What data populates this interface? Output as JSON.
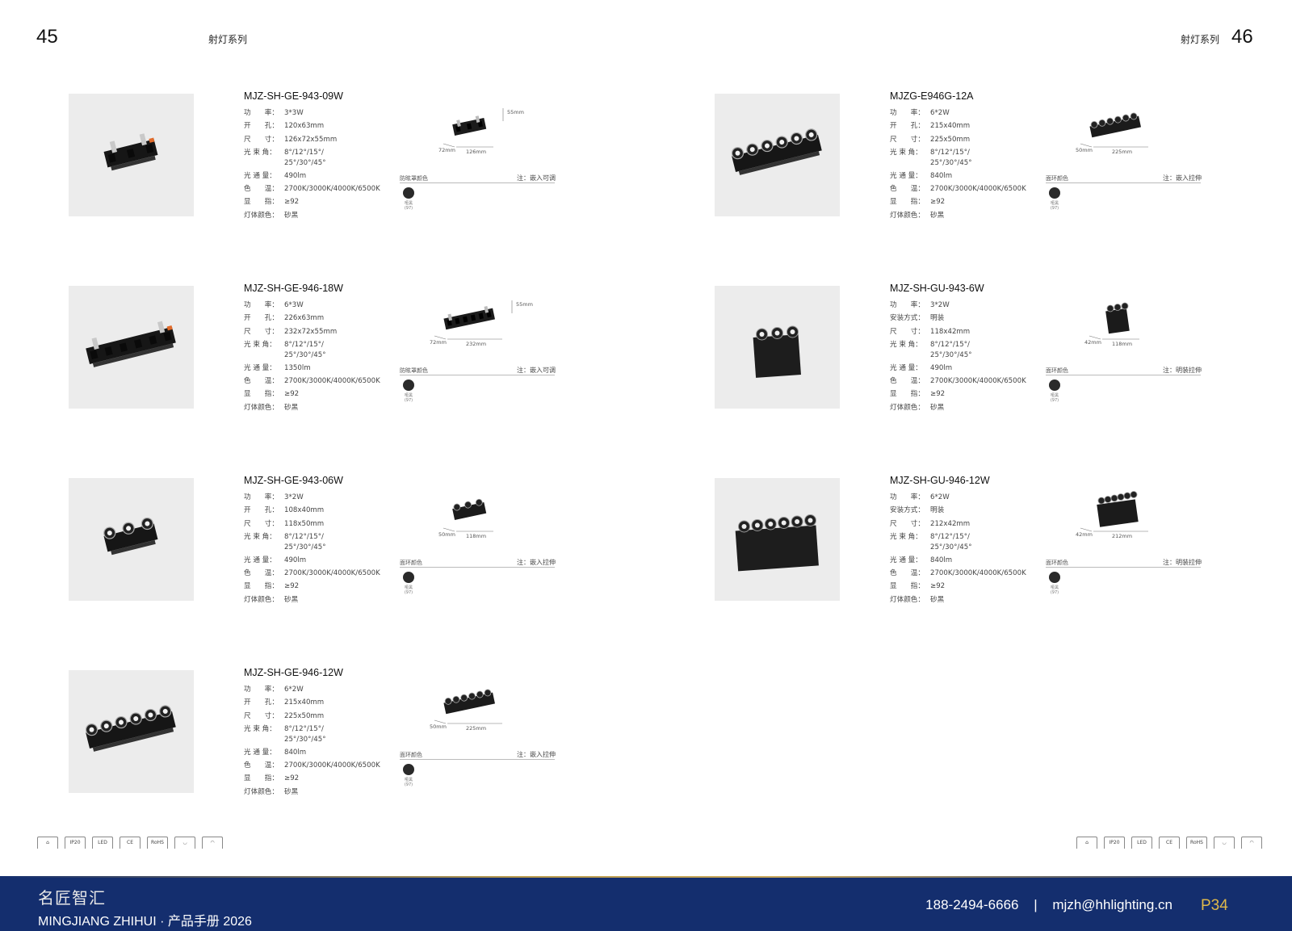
{
  "header": {
    "left_page": "45",
    "right_page": "46",
    "series_left": "射灯系列",
    "series_right": "射灯系列"
  },
  "products": [
    {
      "model": "MJZ-SH-GE-943-09W",
      "specs": [
        {
          "label": "功　　率：",
          "value": "3*3W"
        },
        {
          "label": "开　　孔：",
          "value": "120x63mm"
        },
        {
          "label": "尺　　寸：",
          "value": "126x72x55mm"
        },
        {
          "label": "光 束 角：",
          "value": "8°/12°/15°/\n25°/30°/45°"
        },
        {
          "label": "光 通 量：",
          "value": "490lm"
        },
        {
          "label": "色　　温：",
          "value": "2700K/3000K/4000K/6500K"
        },
        {
          "label": "显　　指：",
          "value": "≥92"
        },
        {
          "label": "灯体颜色：",
          "value": "砂黑"
        }
      ],
      "dims": {
        "a": "72mm",
        "b": "126mm",
        "h": "55mm"
      },
      "color_title": "防眩罩颜色",
      "note": "注：嵌入可调",
      "swatch_label": "哑黑\n(97)"
    },
    {
      "model": "MJZ-SH-GE-946-18W",
      "specs": [
        {
          "label": "功　　率：",
          "value": "6*3W"
        },
        {
          "label": "开　　孔：",
          "value": "226x63mm"
        },
        {
          "label": "尺　　寸：",
          "value": "232x72x55mm"
        },
        {
          "label": "光 束 角：",
          "value": "8°/12°/15°/\n25°/30°/45°"
        },
        {
          "label": "光 通 量：",
          "value": "1350lm"
        },
        {
          "label": "色　　温：",
          "value": "2700K/3000K/4000K/6500K"
        },
        {
          "label": "显　　指：",
          "value": "≥92"
        },
        {
          "label": "灯体颜色：",
          "value": "砂黑"
        }
      ],
      "dims": {
        "a": "72mm",
        "b": "232mm",
        "h": "55mm"
      },
      "color_title": "防眩罩颜色",
      "note": "注：嵌入可调",
      "swatch_label": "哑黑\n(97)"
    },
    {
      "model": "MJZ-SH-GE-943-06W",
      "specs": [
        {
          "label": "功　　率：",
          "value": "3*2W"
        },
        {
          "label": "开　　孔：",
          "value": "108x40mm"
        },
        {
          "label": "尺　　寸：",
          "value": "118x50mm"
        },
        {
          "label": "光 束 角：",
          "value": "8°/12°/15°/\n25°/30°/45°"
        },
        {
          "label": "光 通 量：",
          "value": "490lm"
        },
        {
          "label": "色　　温：",
          "value": "2700K/3000K/4000K/6500K"
        },
        {
          "label": "显　　指：",
          "value": "≥92"
        },
        {
          "label": "灯体颜色：",
          "value": "砂黑"
        }
      ],
      "dims": {
        "a": "50mm",
        "b": "118mm",
        "h": ""
      },
      "color_title": "面环颜色",
      "note": "注：嵌入拉伸",
      "swatch_label": "哑黑\n(97)"
    },
    {
      "model": "MJZ-SH-GE-946-12W",
      "specs": [
        {
          "label": "功　　率：",
          "value": "6*2W"
        },
        {
          "label": "开　　孔：",
          "value": "215x40mm"
        },
        {
          "label": "尺　　寸：",
          "value": "225x50mm"
        },
        {
          "label": "光 束 角：",
          "value": "8°/12°/15°/\n25°/30°/45°"
        },
        {
          "label": "光 通 量：",
          "value": "840lm"
        },
        {
          "label": "色　　温：",
          "value": "2700K/3000K/4000K/6500K"
        },
        {
          "label": "显　　指：",
          "value": "≥92"
        },
        {
          "label": "灯体颜色：",
          "value": "砂黑"
        }
      ],
      "dims": {
        "a": "50mm",
        "b": "225mm",
        "h": ""
      },
      "color_title": "面环颜色",
      "note": "注：嵌入拉伸",
      "swatch_label": "哑黑\n(97)"
    },
    {
      "model": "MJZG-E946G-12A",
      "specs": [
        {
          "label": "功　　率：",
          "value": "6*2W"
        },
        {
          "label": "开　　孔：",
          "value": "215x40mm"
        },
        {
          "label": "尺　　寸：",
          "value": "225x50mm"
        },
        {
          "label": "光 束 角：",
          "value": "8°/12°/15°/\n25°/30°/45°"
        },
        {
          "label": "光 通 量：",
          "value": "840lm"
        },
        {
          "label": "色　　温：",
          "value": "2700K/3000K/4000K/6500K"
        },
        {
          "label": "显　　指：",
          "value": "≥92"
        },
        {
          "label": "灯体颜色：",
          "value": "砂黑"
        }
      ],
      "dims": {
        "a": "50mm",
        "b": "225mm",
        "h": ""
      },
      "color_title": "面环颜色",
      "note": "注：嵌入拉伸",
      "swatch_label": "哑黑\n(97)"
    },
    {
      "model": "MJZ-SH-GU-943-6W",
      "specs": [
        {
          "label": "功　　率：",
          "value": "3*2W"
        },
        {
          "label": "安装方式：",
          "value": "明装"
        },
        {
          "label": "尺　　寸：",
          "value": "118x42mm"
        },
        {
          "label": "光 束 角：",
          "value": "8°/12°/15°/\n25°/30°/45°"
        },
        {
          "label": "光 通 量：",
          "value": "490lm"
        },
        {
          "label": "色　　温：",
          "value": "2700K/3000K/4000K/6500K"
        },
        {
          "label": "显　　指：",
          "value": "≥92"
        },
        {
          "label": "灯体颜色：",
          "value": "砂黑"
        }
      ],
      "dims": {
        "a": "42mm",
        "b": "118mm",
        "h": ""
      },
      "color_title": "面环颜色",
      "note": "注：明装拉伸",
      "swatch_label": "哑黑\n(97)"
    },
    {
      "model": "MJZ-SH-GU-946-12W",
      "specs": [
        {
          "label": "功　　率：",
          "value": "6*2W"
        },
        {
          "label": "安装方式：",
          "value": "明装"
        },
        {
          "label": "尺　　寸：",
          "value": "212x42mm"
        },
        {
          "label": "光 束 角：",
          "value": "8°/12°/15°/\n25°/30°/45°"
        },
        {
          "label": "光 通 量：",
          "value": "840lm"
        },
        {
          "label": "色　　温：",
          "value": "2700K/3000K/4000K/6500K"
        },
        {
          "label": "显　　指：",
          "value": "≥92"
        },
        {
          "label": "灯体颜色：",
          "value": "砂黑"
        }
      ],
      "dims": {
        "a": "42mm",
        "b": "212mm",
        "h": ""
      },
      "color_title": "面环颜色",
      "note": "注：明装拉伸",
      "swatch_label": "哑黑\n(97)"
    }
  ],
  "certs": [
    "IP20",
    "LED",
    "CE",
    "RoHS"
  ],
  "footer": {
    "brand_cn": "名匠智汇",
    "brand_en": "MINGJIANG ZHIHUI · 产品手册 2026",
    "phone": "188-2494-6666",
    "separator": "|",
    "email": "mjzh@hhlighting.cn",
    "page": "P34",
    "bg_color": "#142e6e",
    "page_color": "#e0b94a"
  }
}
